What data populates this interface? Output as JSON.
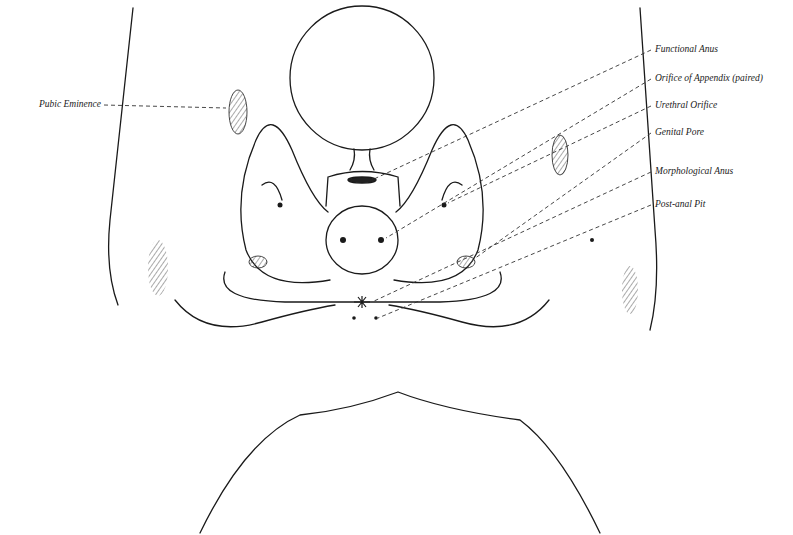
{
  "diagram": {
    "labels": [
      "Pubic Eminence",
      "Functional Anus",
      "Orifice of Appendix (paired)",
      "Urethral Orifice",
      "Genital Pore",
      "Morphological Anus",
      "Post-anal Pit"
    ]
  }
}
